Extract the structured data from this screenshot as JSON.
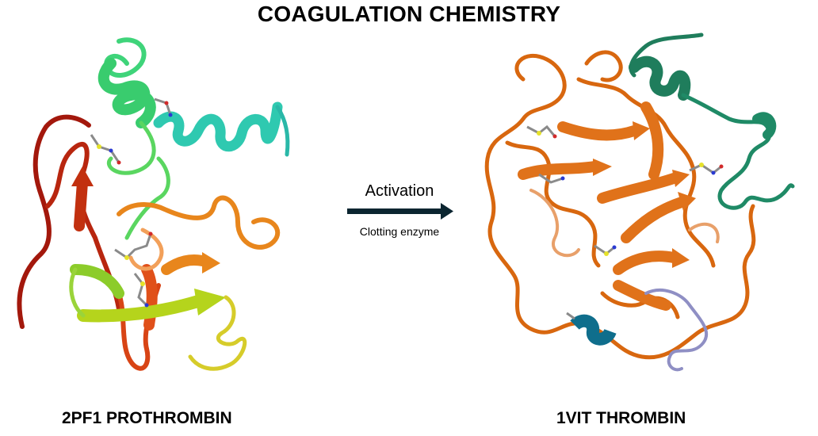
{
  "title": "COAGULATION CHEMISTRY",
  "left_caption": "2PF1 PROTHROMBIN",
  "right_caption": "1VIT THROMBIN",
  "arrow": {
    "label": "Activation",
    "sublabel": "Clotting enzyme",
    "color": "#0b2530"
  },
  "colors": {
    "prothrombin_red": "#a3180c",
    "prothrombin_green": "#3fd47a",
    "prothrombin_teal": "#2fc9b0",
    "prothrombin_orange": "#e8861c",
    "prothrombin_yellowgreen": "#b5d41c",
    "thrombin_orange": "#d8670f",
    "thrombin_green": "#1f7d5c",
    "thrombin_blue": "#0f6e8c",
    "thrombin_lavender": "#8f8fc4"
  }
}
